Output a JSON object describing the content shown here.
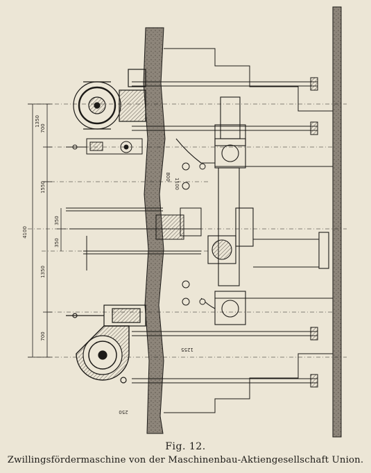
{
  "figure": {
    "label": "Fig. 12.",
    "caption": "Zwillingsfördermaschine von der Maschinenbau-Aktiengesellschaft Union."
  },
  "dimensions": {
    "total_height": "4100",
    "upper_centre": "1350",
    "upper_pitch": "700",
    "mid_upper": "1550",
    "mid_a": "350",
    "mid_b": "350",
    "lower_centre": "1350",
    "lower_pitch": "700",
    "pipe_upper_a": "1100",
    "pipe_upper_b": "800",
    "pipe_lower": "1255",
    "base": "250"
  },
  "colors": {
    "paper": "#ece6d6",
    "ink": "#1c1a17",
    "hatch": "#5a544c"
  }
}
